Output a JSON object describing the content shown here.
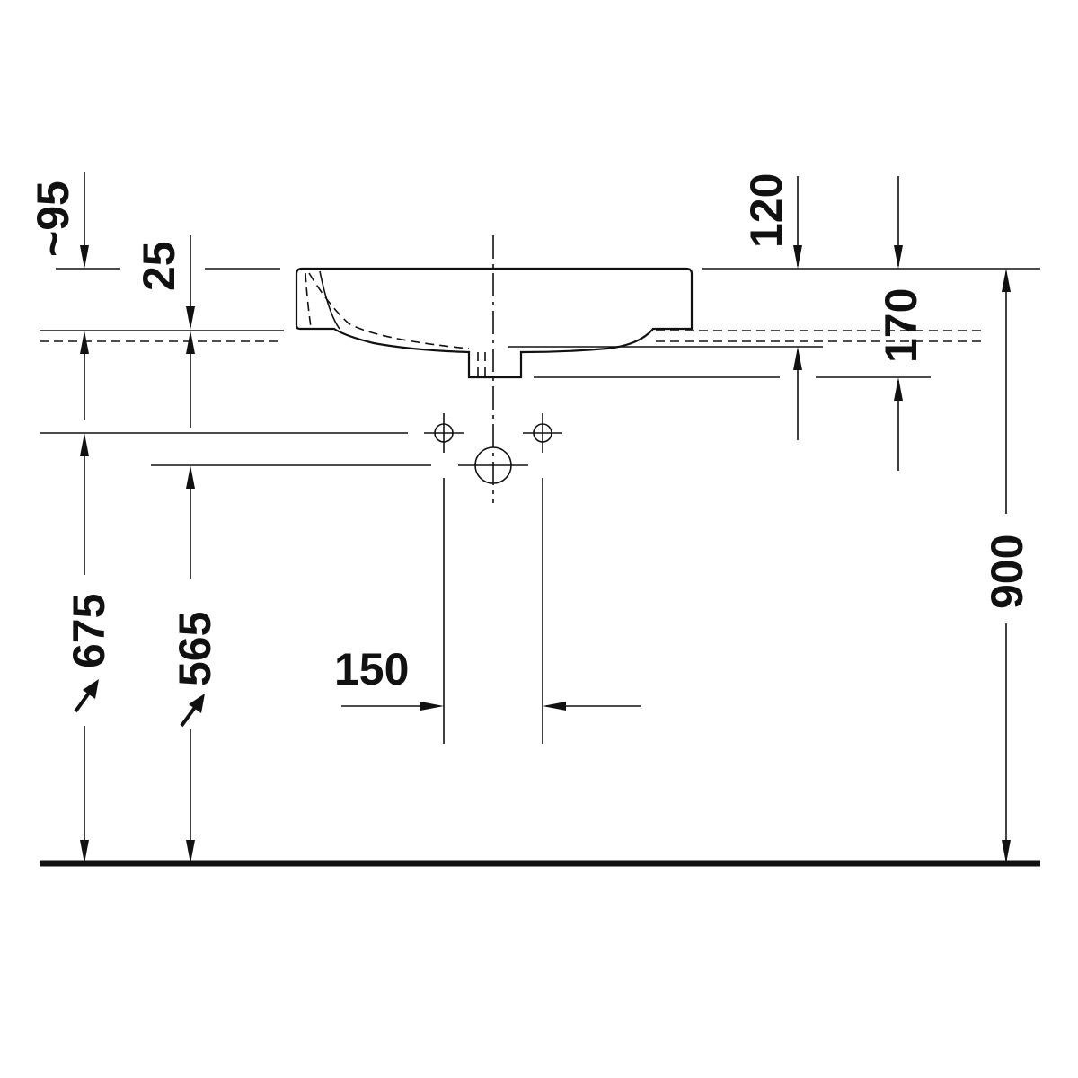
{
  "dimensions": {
    "overflow_depth": "~95",
    "rim_thickness": "25",
    "tap_hole_offset": "120",
    "drain_depth": "170",
    "height_total": "900",
    "wall_connection_height": "675",
    "drain_connection_height": "565",
    "connection_spacing": "150"
  },
  "colors": {
    "line": "#111111",
    "background": "#ffffff"
  }
}
